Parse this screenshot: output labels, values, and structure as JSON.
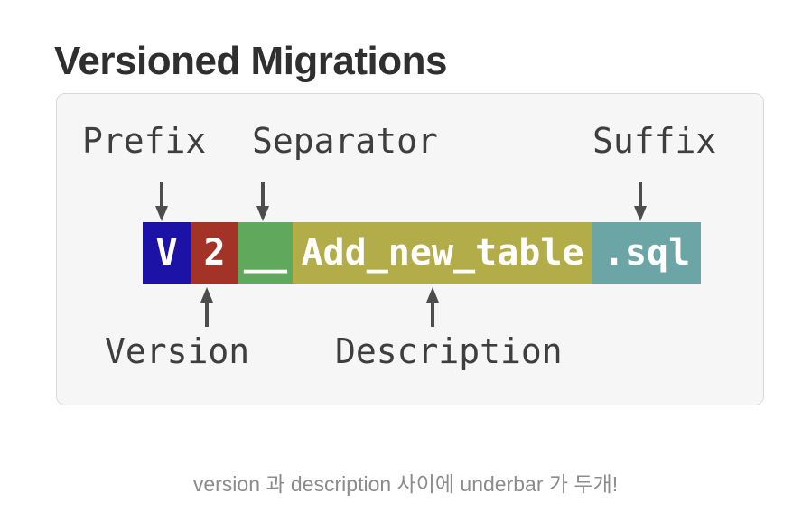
{
  "title": "Versioned Migrations",
  "caption": "version 과 description 사이에 underbar 가 두개!",
  "diagram": {
    "top_labels": {
      "prefix": "Prefix",
      "separator": "Separator",
      "suffix": "Suffix"
    },
    "bottom_labels": {
      "version": "Version",
      "description": "Description"
    },
    "filename": {
      "full": "V2__Add_new_table.sql",
      "segments": [
        {
          "part": "prefix",
          "text": "V",
          "color": "#1c12a6"
        },
        {
          "part": "version",
          "text": "2",
          "color": "#a33327"
        },
        {
          "part": "separator",
          "text": "__",
          "color": "#60a85c"
        },
        {
          "part": "description",
          "text": "Add_new_table",
          "color": "#b3ad49"
        },
        {
          "part": "suffix",
          "text": ".sql",
          "color": "#6ba5a5"
        }
      ]
    }
  },
  "colors": {
    "card_background": "#f6f6f6",
    "card_border": "#d9d9d9",
    "label_text": "#3e3e3e",
    "arrow": "#4d4d4d",
    "title_text": "#2f2f2f",
    "caption_text": "#8c8c8c",
    "segment_text": "#ffffff"
  }
}
